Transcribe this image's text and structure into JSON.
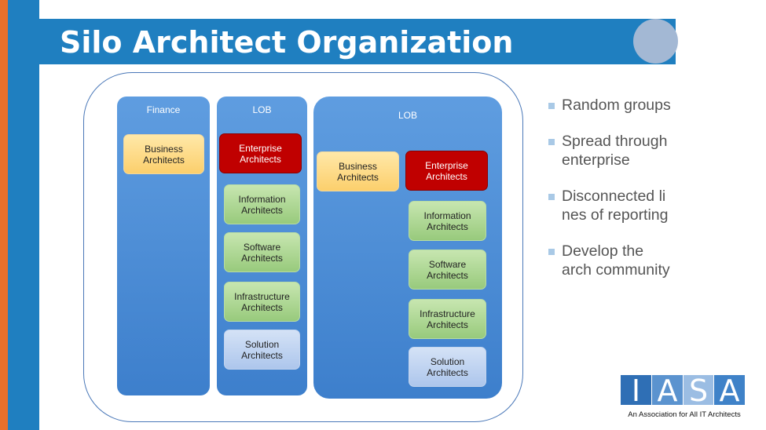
{
  "slide": {
    "title": "Silo Architect Organization"
  },
  "diagram": {
    "columns": [
      {
        "label": "Finance",
        "boxes": [
          {
            "text": "Business\nArchitects",
            "style": "yellow"
          }
        ]
      },
      {
        "label": "LOB",
        "boxes": [
          {
            "text": "Enterprise\nArchitects",
            "style": "red"
          },
          {
            "text": "Information\nArchitects",
            "style": "green"
          },
          {
            "text": "Software\nArchitects",
            "style": "green"
          },
          {
            "text": "Infrastructure\nArchitects",
            "style": "green"
          },
          {
            "text": "Solution\nArchitects",
            "style": "lightblue"
          }
        ]
      },
      {
        "label": "LOB",
        "boxes": [
          {
            "text": "Business\nArchitects",
            "style": "yellow"
          },
          {
            "text": "Enterprise\nArchitects",
            "style": "red"
          },
          {
            "text": "Information\nArchitects",
            "style": "green"
          },
          {
            "text": "Software\nArchitects",
            "style": "green"
          },
          {
            "text": "Infrastructure\nArchitects",
            "style": "green"
          },
          {
            "text": "Solution\nArchitects",
            "style": "lightblue"
          }
        ]
      }
    ]
  },
  "bullets": [
    "Random groups",
    "Spread through enterprise",
    "Disconnected lines of reporting",
    "Develop the arch community"
  ],
  "logo": {
    "letters": [
      "I",
      "A",
      "S",
      "A"
    ],
    "tagline": "An Association for All IT Architects"
  },
  "colors": {
    "accent_blue": "#1f7fc0",
    "accent_orange": "#e8702a",
    "enterprise_red": "#c00000"
  }
}
